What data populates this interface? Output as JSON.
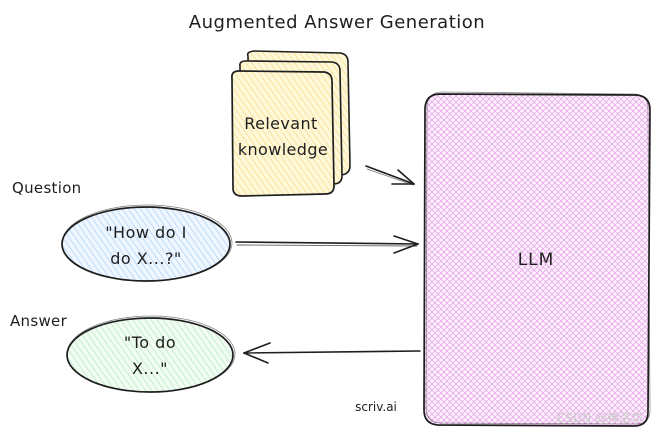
{
  "title": "Augmented Answer Generation",
  "knowledge": {
    "line1": "Relevant",
    "line2": "knowledge"
  },
  "question": {
    "label": "Question",
    "line1": "\"How do I",
    "line2": "do X...?\""
  },
  "answer": {
    "label": "Answer",
    "line1": "\"To do",
    "line2": "X...\""
  },
  "llm": {
    "label": "LLM"
  },
  "credit": "scriv.ai",
  "watermark": "CSDN @神洛华",
  "colors": {
    "stroke": "#1e1e1e",
    "knowledge_fill": "#fff3c4",
    "question_fill": "#d4e8ff",
    "answer_fill": "#d7f5dd",
    "llm_fill": "#f3c6f3"
  }
}
